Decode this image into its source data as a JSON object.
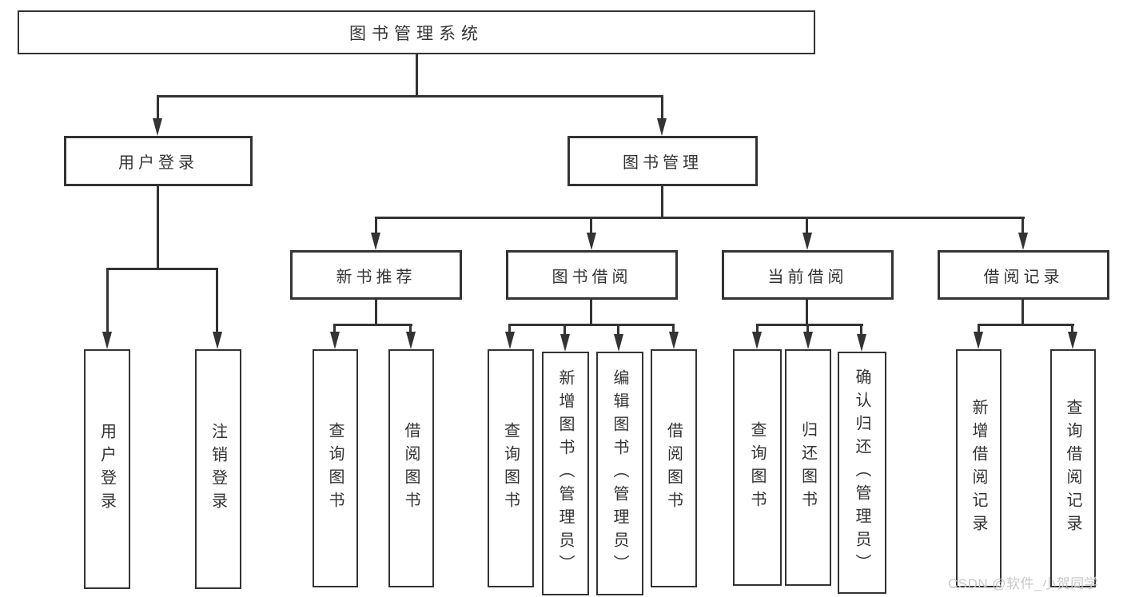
{
  "diagram": {
    "title": "图书管理系统",
    "watermark": "CSDN @软件_小贺同学",
    "colors": {
      "line": "#333333",
      "text": "#333333",
      "background": "#ffffff",
      "watermark": "#c9c9c9"
    },
    "nodes": {
      "root": {
        "label": "图书管理系统"
      },
      "userLogin": {
        "label": "用户登录"
      },
      "bookMgmt": {
        "label": "图书管理"
      },
      "login": {
        "label": "用户登录"
      },
      "logout": {
        "label": "注销登录"
      },
      "newBookRec": {
        "label": "新书推荐"
      },
      "bookBorrow": {
        "label": "图书借阅"
      },
      "currentBorrow": {
        "label": "当前借阅"
      },
      "borrowRecords": {
        "label": "借阅记录"
      },
      "recQueryBooks": {
        "label": "查询图书"
      },
      "recBorrowBooks": {
        "label": "借阅图书"
      },
      "bbQueryBooks": {
        "label": "查询图书"
      },
      "bbAddBooks": {
        "label": "新增图书（管理员）"
      },
      "bbEditBooks": {
        "label": "编辑图书（管理员）"
      },
      "bbBorrowBooks": {
        "label": "借阅图书"
      },
      "cbQueryBooks": {
        "label": "查询图书"
      },
      "cbReturnBooks": {
        "label": "归还图书"
      },
      "cbConfirmReturn": {
        "label": "确认归还（管理员）"
      },
      "brAddRecord": {
        "label": "新增借阅记录"
      },
      "brQueryRecord": {
        "label": "查询借阅记录"
      }
    }
  }
}
